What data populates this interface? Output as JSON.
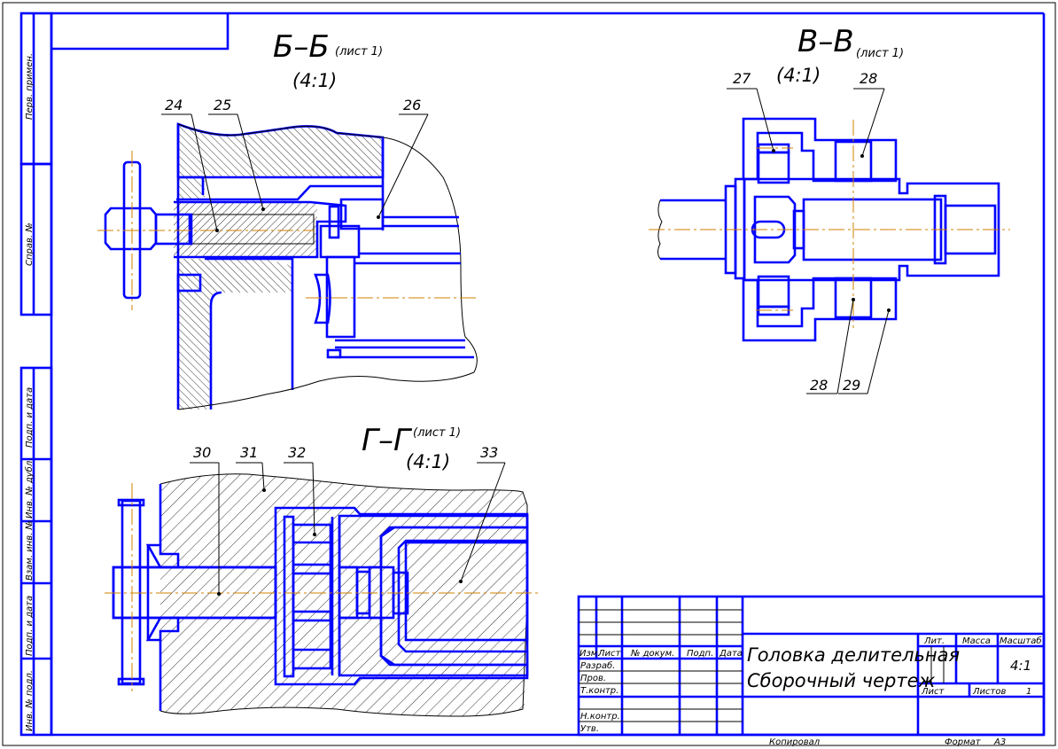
{
  "drawing": {
    "title_line1": "Головка делительная",
    "title_line2": "Сборочный чертеж",
    "scale": "4:1",
    "sheets_label": "Листов",
    "sheets_count": "1",
    "sheet_label": "Лист",
    "lit_label": "Лит.",
    "mass_label": "Масса",
    "scale_label": "Масштаб",
    "copied_label": "Копировал",
    "format_label": "Формат",
    "format_value": "А3"
  },
  "title_block": {
    "header": [
      "Изм.",
      "Лист",
      "№ докум.",
      "Подп.",
      "Дата"
    ],
    "rows": [
      "Разраб.",
      "Пров.",
      "Т.контр.",
      "",
      "Н.контр.",
      "Утв."
    ]
  },
  "side_stamp": [
    "Перв. примен.",
    "Справ. №",
    "Подп. и дата",
    "Инв. № дубл.",
    "Взам. инв. №",
    "Подп. и дата",
    "Инв. № подл."
  ],
  "sections": [
    {
      "name": "Б–Б",
      "sheet_ref": "(лист 1)",
      "scale": "(4:1)",
      "callouts": [
        "24",
        "25",
        "26"
      ]
    },
    {
      "name": "В–В",
      "sheet_ref": "(лист 1)",
      "scale": "(4:1)",
      "callouts": [
        "27",
        "28",
        "28",
        "29"
      ]
    },
    {
      "name": "Г–Г",
      "sheet_ref": "(лист 1)",
      "scale": "(4:1)",
      "callouts": [
        "30",
        "31",
        "32",
        "33"
      ]
    }
  ]
}
